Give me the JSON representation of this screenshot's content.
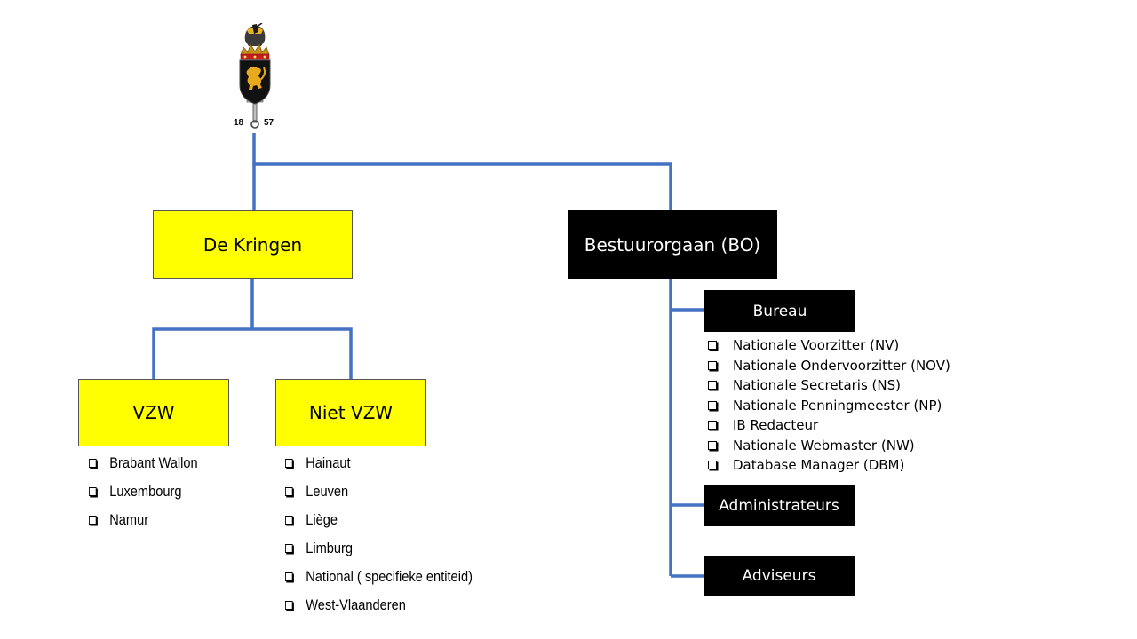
{
  "logo": {
    "icon": "crest-icon",
    "year_left": "18",
    "year_right": "57"
  },
  "colors": {
    "connector": "#4472c4",
    "yellow_box": "#ffff00",
    "black_box": "#000000"
  },
  "kringen": {
    "label": "De Kringen",
    "vzw": {
      "label": "VZW",
      "items": [
        "Brabant Wallon",
        "Luxembourg",
        "Namur"
      ]
    },
    "niet_vzw": {
      "label": "Niet VZW",
      "items": [
        "Hainaut",
        "Leuven",
        "Liège",
        "Limburg",
        "National ( specifieke entiteid)",
        "West-Vlaanderen"
      ]
    }
  },
  "bestuur": {
    "label": "Bestuurorgaan (BO)",
    "bureau": {
      "label": "Bureau",
      "items": [
        "Nationale Voorzitter (NV)",
        "Nationale Ondervoorzitter (NOV)",
        "Nationale Secretaris (NS)",
        "Nationale Penningmeester (NP)",
        "IB Redacteur",
        "Nationale Webmaster (NW)",
        "Database Manager (DBM)"
      ]
    },
    "administrateurs": {
      "label": "Administrateurs"
    },
    "adviseurs": {
      "label": "Adviseurs"
    }
  }
}
